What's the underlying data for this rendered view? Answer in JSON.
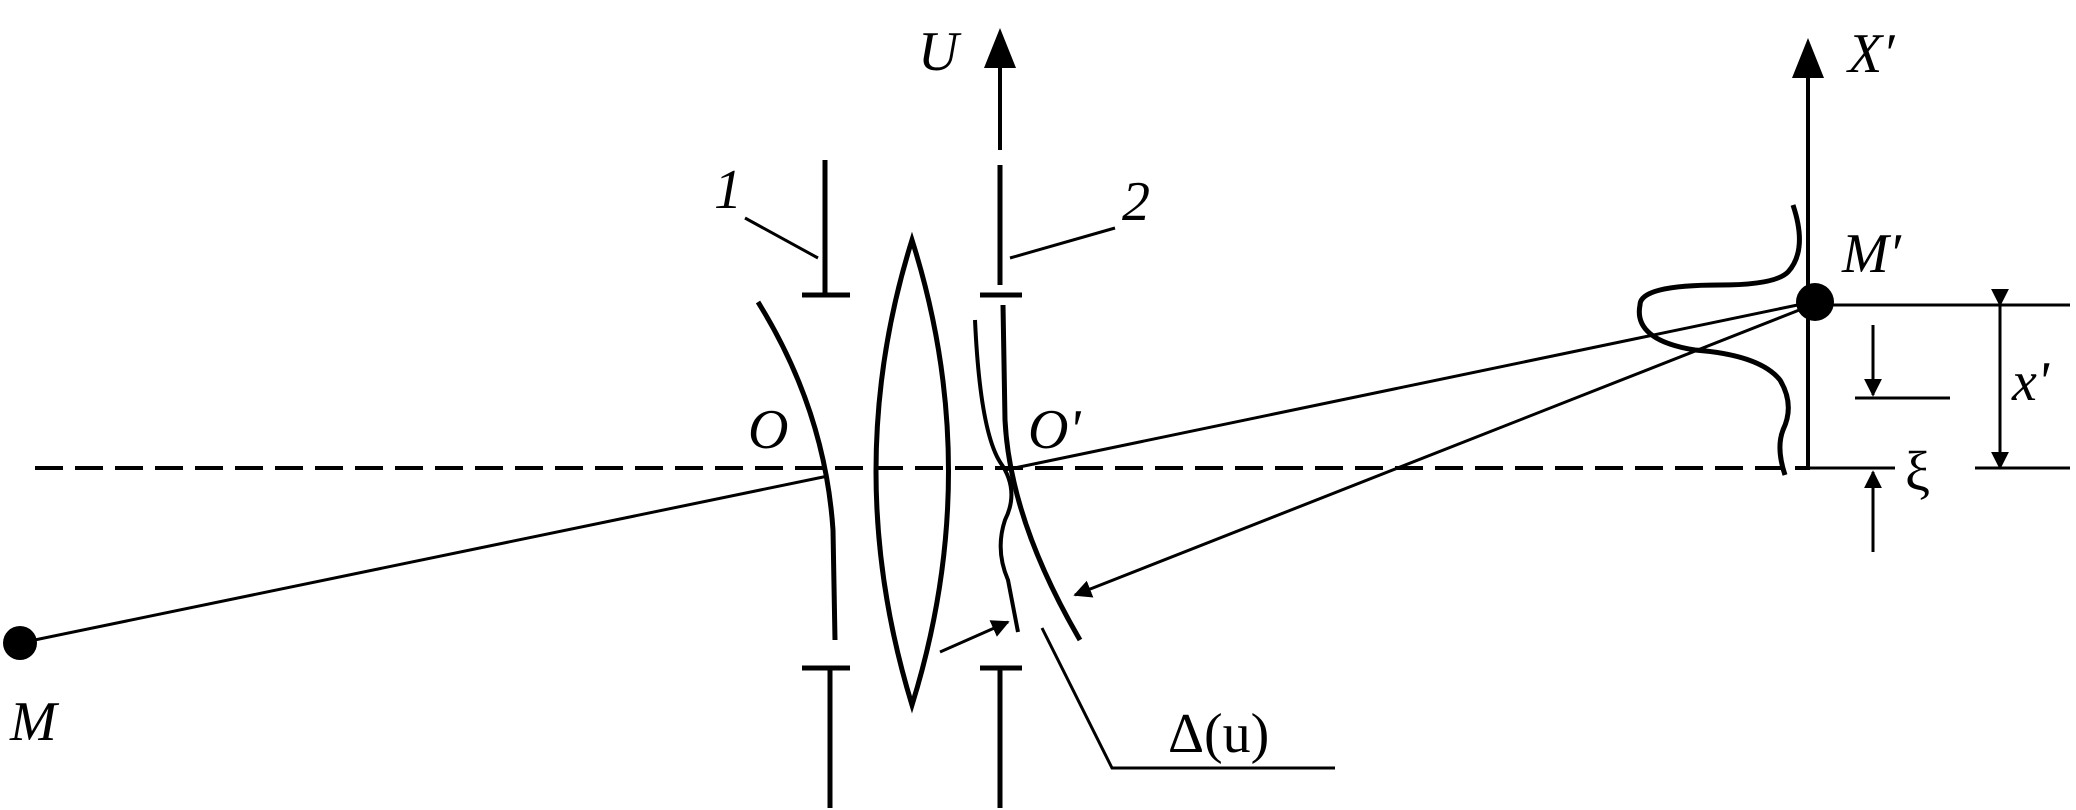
{
  "labels": {
    "U": "U",
    "X_prime": "X′",
    "one": "1",
    "two": "2",
    "M_prime": "M′",
    "O": "O",
    "O_prime": "O'",
    "x_prime": "x'",
    "xi": "ξ",
    "M": "M",
    "delta_u": "Δ(u)"
  }
}
